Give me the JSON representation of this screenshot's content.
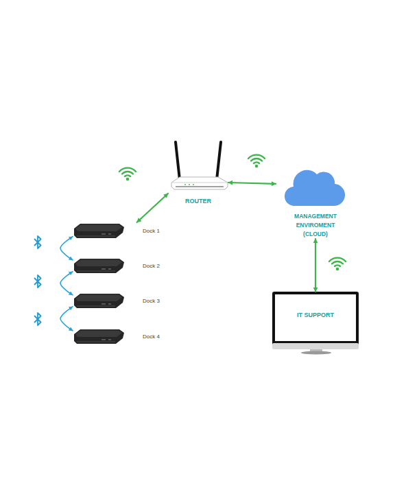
{
  "diagram": {
    "nodes": [
      {
        "text": [
          "ROUTER"
        ]
      },
      {
        "text": [
          "MANAGEMENT ENVIROMENT (CLOUD)"
        ]
      },
      {
        "text": [
          "Dock 1"
        ]
      },
      {
        "text": [
          "Dock 2"
        ]
      },
      {
        "text": [
          "Dock 3"
        ]
      },
      {
        "text": [
          "Dock 4"
        ]
      },
      {
        "text": [
          "IT SUPPORT"
        ]
      }
    ],
    "edges": [
      {
        "from": 0,
        "to": 2,
        "arrow": "both"
      },
      {
        "from": 0,
        "to": 1,
        "arrow": "both"
      },
      {
        "from": 1,
        "to": 6,
        "arrow": "both"
      },
      {
        "from": 2,
        "to": 3,
        "arrow": "both"
      },
      {
        "from": 3,
        "to": 4,
        "arrow": "both"
      },
      {
        "from": 4,
        "to": 5,
        "arrow": "both"
      }
    ]
  }
}
